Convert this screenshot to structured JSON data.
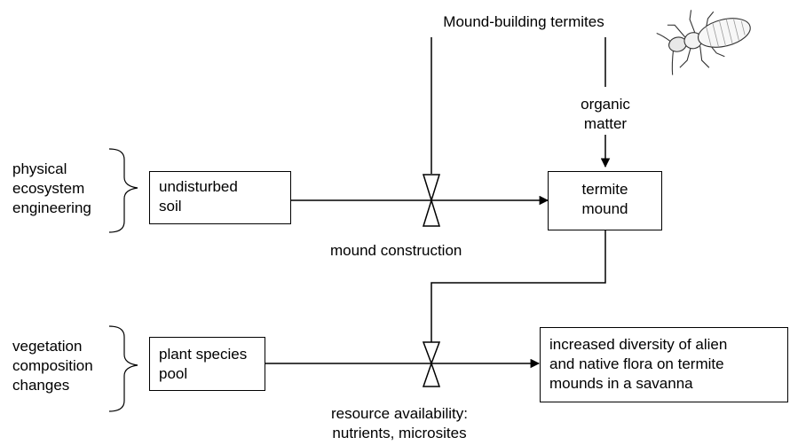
{
  "diagram": {
    "top_label": "Mound-building termites",
    "organic_matter": [
      "organic",
      "matter"
    ],
    "physical_engineering": [
      "physical",
      "ecosystem",
      "engineering"
    ],
    "undisturbed_soil": [
      "undisturbed",
      "soil"
    ],
    "termite_mound": [
      "termite",
      "mound"
    ],
    "mound_construction": "mound construction",
    "vegetation_changes": [
      "vegetation",
      "composition",
      "changes"
    ],
    "plant_species_pool": [
      "plant species",
      "pool"
    ],
    "increased_diversity": [
      "increased diversity of alien",
      "and native flora on termite",
      "mounds in a savanna"
    ],
    "resource_availability": [
      "resource availability:",
      "nutrients, microsites"
    ],
    "termite_icon": "termite-icon"
  }
}
